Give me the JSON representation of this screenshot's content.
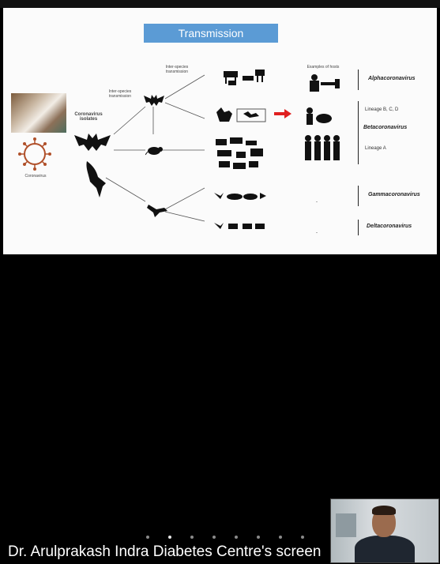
{
  "slide": {
    "title": "Transmission",
    "left_labels": {
      "coronavirus_isolates": "Coronavirus isolates",
      "coronavirus": "Coronavirus"
    },
    "mid_labels": {
      "inter_species_1": "Inter-species transmission",
      "inter_species_2": "Inter-species transmission"
    },
    "right_header": "Examples of hosts",
    "classes": [
      {
        "name": "Alphacoronavirus"
      },
      {
        "name": "Betacoronavirus"
      },
      {
        "name": "Gammacoronavirus"
      },
      {
        "name": "Deltacoronavirus"
      }
    ],
    "lineages": {
      "bcd": "Lineage B, C, D",
      "a": "Lineage A"
    },
    "arrow_color": "#e02020"
  },
  "presenter": {
    "label": "Dr. Arulprakash Indra Diabetes Centre's screen"
  },
  "pager": {
    "count": 8,
    "active": 1
  }
}
